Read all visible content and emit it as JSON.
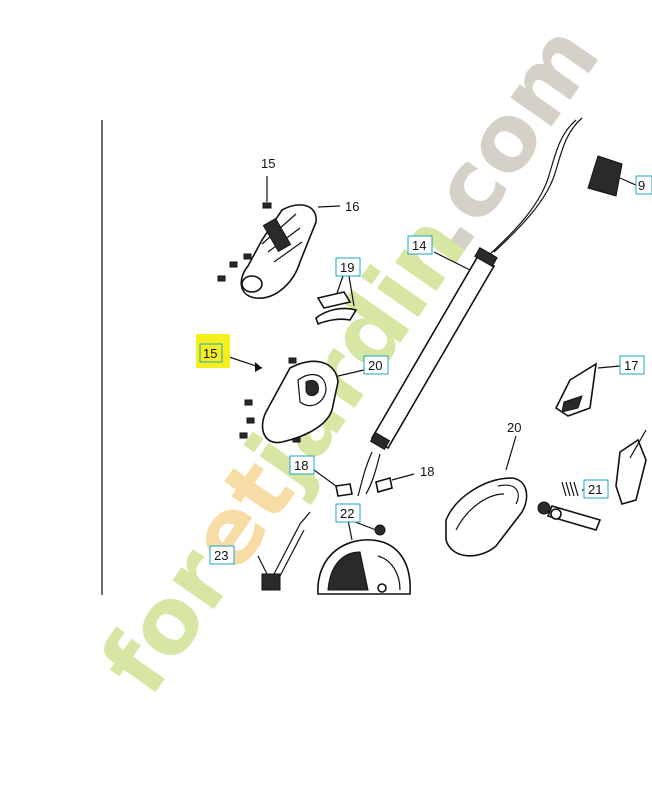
{
  "callouts": {
    "c9": "9",
    "c14": "14",
    "c15_top": "15",
    "c15_highlight": "15",
    "c16": "16",
    "c17": "17",
    "c18_left": "18",
    "c18_right": "18",
    "c19": "19",
    "c20_left": "20",
    "c20_right": "20",
    "c21": "21",
    "c22": "22",
    "c23": "23"
  },
  "watermark": {
    "brand_part1": "for",
    "brand_part2": "et",
    "brand_part3": "jardin",
    "brand_part4": ".com"
  },
  "colors": {
    "highlight_box": "#f5ef1e",
    "callout_box_border": "#1da3c9",
    "watermark_green": "#d6e6a3",
    "watermark_orange": "#f8dca6",
    "watermark_gray": "#d6d1c8"
  }
}
